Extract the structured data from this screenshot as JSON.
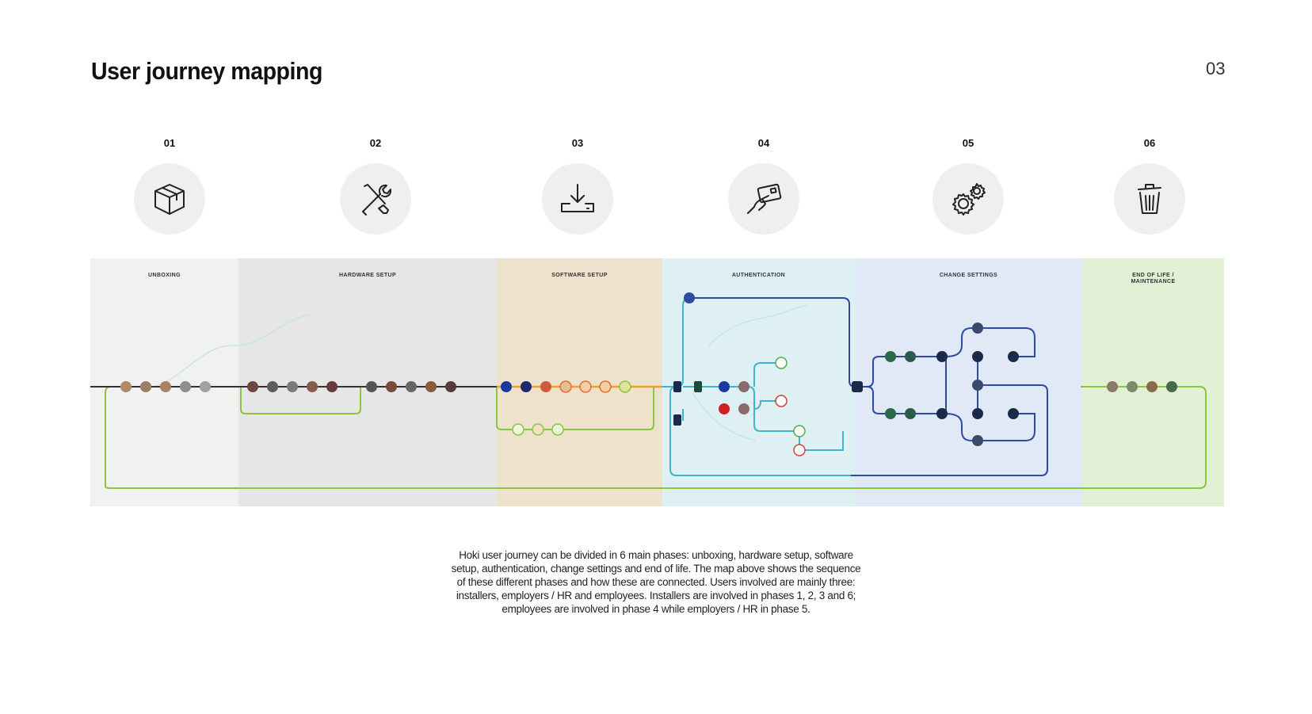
{
  "header": {
    "title": "User journey mapping",
    "page_number": "03"
  },
  "phases": [
    {
      "number": "01",
      "icon": "box-icon"
    },
    {
      "number": "02",
      "icon": "tools-icon"
    },
    {
      "number": "03",
      "icon": "download-drive-icon"
    },
    {
      "number": "04",
      "icon": "hand-card-icon"
    },
    {
      "number": "05",
      "icon": "gears-icon"
    },
    {
      "number": "06",
      "icon": "trash-icon"
    }
  ],
  "bands": [
    {
      "label": "UNBOXING",
      "color": "#f1f1f1"
    },
    {
      "label": "HARDWARE SETUP",
      "color": "#e6e6e6"
    },
    {
      "label": "SOFTWARE SETUP",
      "color": "#efe2cd"
    },
    {
      "label": "AUTHENTICATION",
      "color": "#dff0f4"
    },
    {
      "label": "CHANGE SETTINGS",
      "color": "#e0e9f5"
    },
    {
      "label": "END OF LIFE /\nMAINTENANCE",
      "color": "#e2f0d6"
    }
  ],
  "colors": {
    "green_path": "#8cc63f",
    "dark_path": "#333333",
    "orange_path": "#f0a020",
    "teal_path": "#3fb6c6",
    "navy_path": "#2f4aa0"
  },
  "caption": "Hoki user journey can be divided in 6 main phases: unboxing, hardware setup, software setup, authentication, change settings and end of life. The map above shows the sequence of these different phases and how these are connected. Users involved are mainly three: installers, employers / HR and employees. Installers are involved in phases 1, 2, 3 and 6; employees are involved in phase 4 while employers / HR in phase 5."
}
